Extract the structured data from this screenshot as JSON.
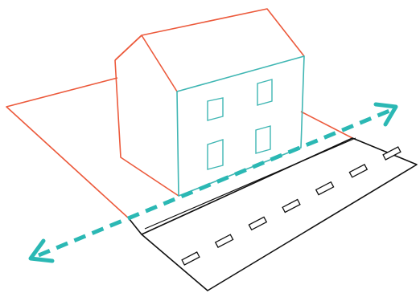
{
  "diagram": {
    "description_visible_text": "",
    "colors": {
      "plot_outline": "#EC5A3C",
      "front_facade": "#3FB6B3",
      "road": "#111111",
      "frontage_arrow": "#2BB8B4",
      "background": "#FFFFFF"
    },
    "elements": {
      "plot": "orange-outline-plot",
      "house": "two-storey-house",
      "road": "road-with-dashed-lane-markings",
      "arrow": "double-headed-dashed-frontage-arrow"
    },
    "counts": {
      "front_windows": 4,
      "lane_dashes": 7
    }
  }
}
